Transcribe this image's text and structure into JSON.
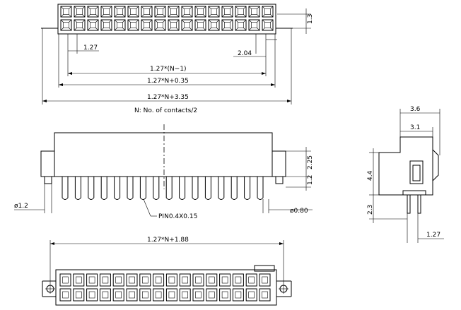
{
  "top_view": {
    "dims": {
      "height": "1.3",
      "pitch": "1.27",
      "edge": "2.04",
      "span_pitch": "1.27*(N−1)",
      "span_pins": "1.27*N+0.35",
      "span_total": "1.27*N+3.35"
    },
    "note": "N: No. of contacts/2"
  },
  "front_view": {
    "dims": {
      "height_upper": "2.25",
      "height_lower": "1.2",
      "hole_dia": "ø1.2",
      "pin_dia": "ø0.80",
      "pin_size": "PIN0.4X0.15"
    }
  },
  "side_view": {
    "dims": {
      "width_outer": "3.6",
      "width_inner": "3.1",
      "height_body": "4.4",
      "height_pin": "2.3",
      "pin_pitch": "1.27"
    }
  },
  "bottom_view": {
    "dims": {
      "span_mount": "1.27*N+1.88"
    }
  }
}
